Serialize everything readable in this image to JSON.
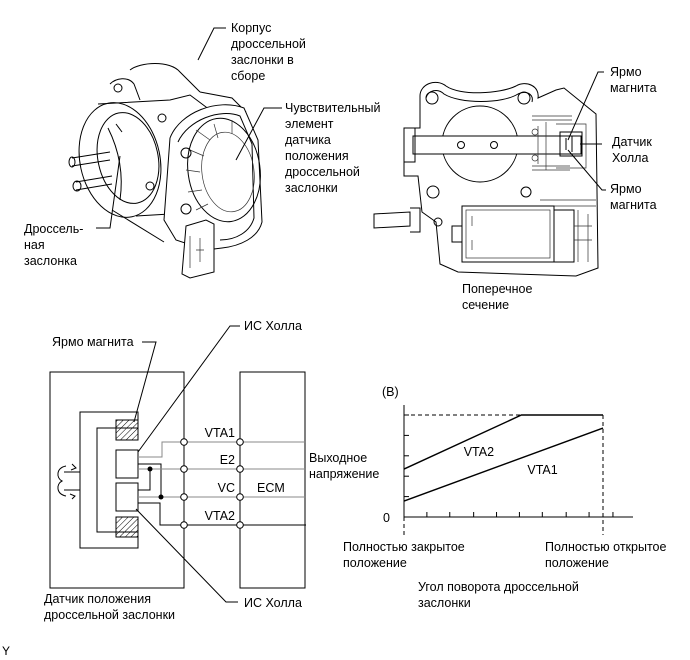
{
  "throttle_body_view": {
    "labels": {
      "body_assembly": [
        "Корпус",
        "дроссельной",
        "заслонки в",
        "сборе"
      ],
      "sensor_element": [
        "Чувствительный",
        "элемент",
        "датчика",
        "положения",
        "дроссельной",
        "заслонки"
      ],
      "throttle_valve": [
        "Дроссель-",
        "ная",
        "заслонка"
      ]
    }
  },
  "cross_section_view": {
    "labels": {
      "yoke_top": [
        "Ярмо",
        "магнита"
      ],
      "hall_sensor": [
        "Датчик",
        "Холла"
      ],
      "yoke_bottom": [
        "Ярмо",
        "магнита"
      ],
      "caption": [
        "Поперечное",
        "сечение"
      ]
    }
  },
  "circuit": {
    "labels": {
      "yoke": "Ярмо магнита",
      "hall_ic_top": "ИС Холла",
      "hall_ic_bottom": "ИС Холла",
      "sensor_caption": [
        "Датчик положения",
        "дроссельной заслонки"
      ],
      "ecm": "ECM"
    },
    "terminals": [
      "VTA1",
      "E2",
      "VC",
      "VTA2"
    ]
  },
  "chart_data": {
    "type": "line",
    "title": "(B)",
    "ylabel": [
      "Выходное",
      "напряжение"
    ],
    "xlabel": [
      "Угол поворота дроссельной",
      "заслонки"
    ],
    "x_start_label": [
      "Полностью закрытое",
      "положение"
    ],
    "x_end_label": [
      "Полностью открытое",
      "положение"
    ],
    "y_zero_label": "0",
    "xlim": [
      0,
      1
    ],
    "ylim": [
      0,
      5
    ],
    "x_ticks": [
      0.115,
      0.23,
      0.35,
      0.465,
      0.58,
      0.695,
      0.815,
      0.93,
      1.05
    ],
    "y_ticks": [
      1,
      2,
      3,
      4,
      5
    ],
    "series": [
      {
        "name": "VTA2",
        "x": [
          0,
          0.59,
          1.0
        ],
        "y": [
          2.35,
          5.0,
          5.0
        ]
      },
      {
        "name": "VTA1",
        "x": [
          0,
          1.0
        ],
        "y": [
          0.78,
          4.36
        ]
      }
    ],
    "series_labels": [
      {
        "name": "VTA2",
        "x": 0.3,
        "y": 3.0
      },
      {
        "name": "VTA1",
        "x": 0.62,
        "y": 2.1
      }
    ],
    "grid": false,
    "legend": "none"
  },
  "corner_mark": "Y"
}
